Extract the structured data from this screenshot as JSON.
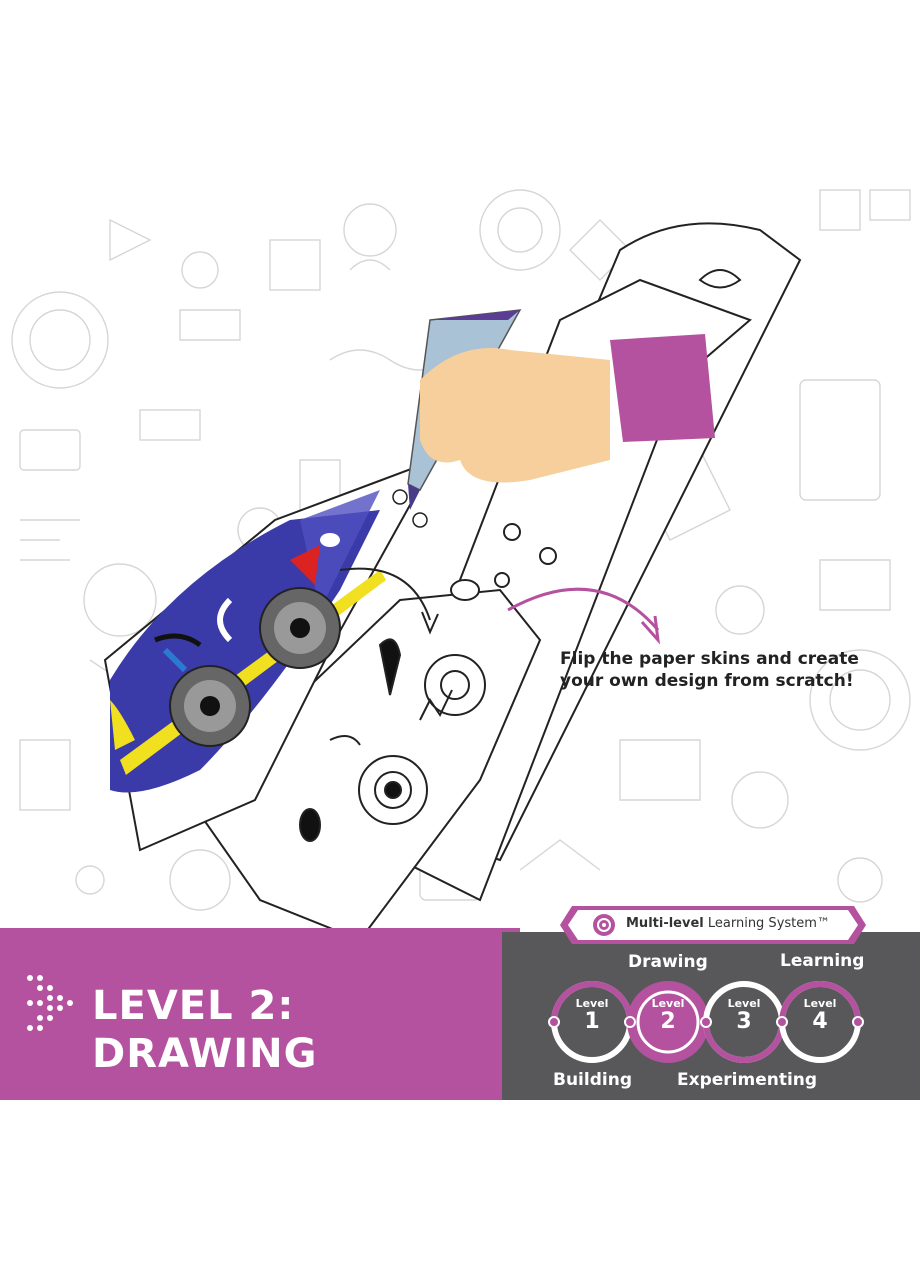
{
  "callout": {
    "line1": "Flip the paper skins and create",
    "line2": "your own design from scratch!"
  },
  "banner": {
    "title_line1": "LEVEL 2:",
    "title_line2": "DRAWING"
  },
  "system": {
    "bold": "Multi-level",
    "rest": " Learning System™",
    "icon": "brain-gear-badge-icon"
  },
  "levels": [
    {
      "word": "Level",
      "number": "1",
      "caption": "Building",
      "active": false
    },
    {
      "word": "Level",
      "number": "2",
      "caption": "Drawing",
      "active": true
    },
    {
      "word": "Level",
      "number": "3",
      "caption": "Experimenting",
      "active": false
    },
    {
      "word": "Level",
      "number": "4",
      "caption": "Learning",
      "active": false
    }
  ],
  "colors": {
    "brand_purple": "#b5529f",
    "panel_gray": "#58585a",
    "car_blue": "#3a3aa8",
    "skin_tone": "#f7cf9c"
  }
}
